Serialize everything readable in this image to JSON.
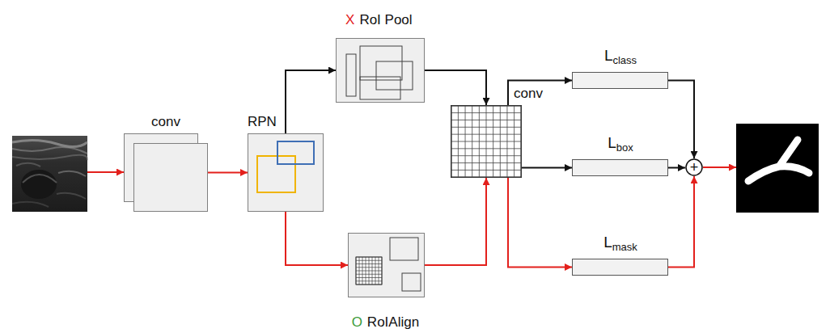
{
  "diagram": {
    "nodes": [
      {
        "text": [
          "conv"
        ]
      },
      {
        "text": [
          "RPN"
        ]
      },
      {
        "text": [
          "RoI Pool"
        ]
      },
      {
        "text": [
          "RoIAlign"
        ]
      },
      {
        "text": [
          "conv"
        ]
      },
      {
        "text": [
          "L",
          "class"
        ]
      },
      {
        "text": [
          "L",
          "box"
        ]
      },
      {
        "text": [
          "L",
          "mask"
        ]
      },
      {
        "text": [
          "+"
        ]
      }
    ],
    "edges": [
      {
        "from": 0,
        "to": 1,
        "arrow": "to"
      },
      {
        "from": 1,
        "to": 2,
        "arrow": "to"
      },
      {
        "from": 1,
        "to": 3,
        "arrow": "to"
      },
      {
        "from": 2,
        "to": 4,
        "arrow": "to"
      },
      {
        "from": 3,
        "to": 4,
        "arrow": "to"
      },
      {
        "from": 4,
        "to": 5,
        "arrow": "to"
      },
      {
        "from": 4,
        "to": 6,
        "arrow": "to"
      },
      {
        "from": 4,
        "to": 7,
        "arrow": "to"
      },
      {
        "from": 5,
        "to": 8,
        "arrow": "to"
      },
      {
        "from": 6,
        "to": 8,
        "arrow": "to"
      },
      {
        "from": 7,
        "to": 8,
        "arrow": "to"
      }
    ],
    "labels": [
      "X",
      "O"
    ]
  }
}
